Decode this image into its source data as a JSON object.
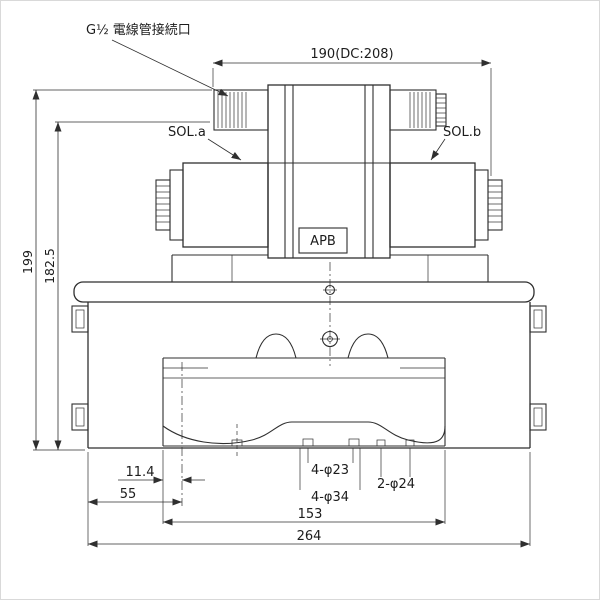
{
  "drawing": {
    "conduit_label": "G½ 電線管接続口",
    "sol_a_label": "SOL.a",
    "sol_b_label": "SOL.b",
    "valve_code": "APB",
    "dims": {
      "top_width": "190(DC:208)",
      "total_height": "199",
      "body_height": "182.5",
      "offset_small": "11.4",
      "offset_port": "55",
      "holes_23": "4-φ23",
      "holes_24": "2-φ24",
      "holes_34": "4-φ34",
      "port_span": "153",
      "total_width": "264"
    },
    "colors": {
      "line": "#2f2f2f",
      "background": "#ffffff"
    }
  }
}
